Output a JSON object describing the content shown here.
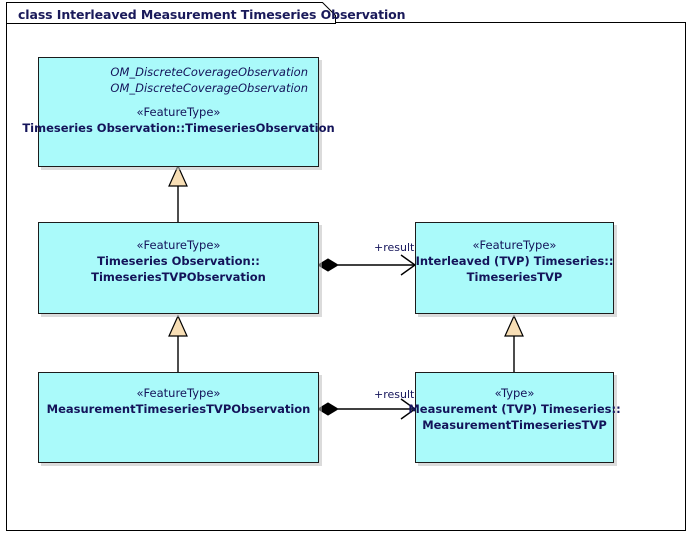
{
  "diagram": {
    "frame_label": "class Interleaved Measurement Timeseries Observation",
    "colors": {
      "class_fill": "#AAFAFA",
      "class_border": "#1C1C1C",
      "text": "#14145A",
      "generalization_fill": "#F5DEB3",
      "background": "#FFFFFF"
    }
  },
  "classes": {
    "timeseries_observation": {
      "inherited_1": "OM_DiscreteCoverageObservation",
      "inherited_2": "OM_DiscreteCoverageObservation",
      "stereotype": "«FeatureType»",
      "name_line_1": "Timeseries Observation::TimeseriesObservation"
    },
    "timeseries_tvp_observation": {
      "stereotype": "«FeatureType»",
      "name_line_1": "Timeseries Observation::",
      "name_line_2": "TimeseriesTVPObservation"
    },
    "timeseries_tvp": {
      "stereotype": "«FeatureType»",
      "name_line_1": "Interleaved (TVP) Timeseries::",
      "name_line_2": "TimeseriesTVP"
    },
    "measurement_timeseries_tvp_observation": {
      "stereotype": "«FeatureType»",
      "name_line_1": "MeasurementTimeseriesTVPObservation"
    },
    "measurement_timeseries_tvp": {
      "stereotype": "«Type»",
      "name_line_1": "Measurement (TVP) Timeseries::",
      "name_line_2": "MeasurementTimeseriesTVP"
    }
  },
  "connectors": {
    "composition_top_label": "+result",
    "composition_bottom_label": "+result"
  }
}
